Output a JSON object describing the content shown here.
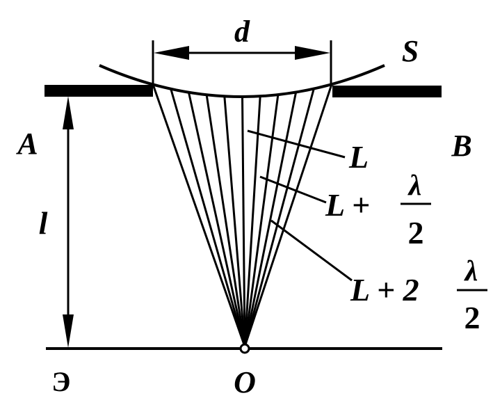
{
  "labels": {
    "d": "d",
    "S": "S",
    "A": "A",
    "B": "B",
    "l": "l",
    "screen": "Э",
    "O": "O",
    "L": "L",
    "L_plus": "L +",
    "L_plus_2": "L + 2",
    "lambda": "λ",
    "two": "2"
  },
  "figure": {
    "ray_count": 11
  }
}
